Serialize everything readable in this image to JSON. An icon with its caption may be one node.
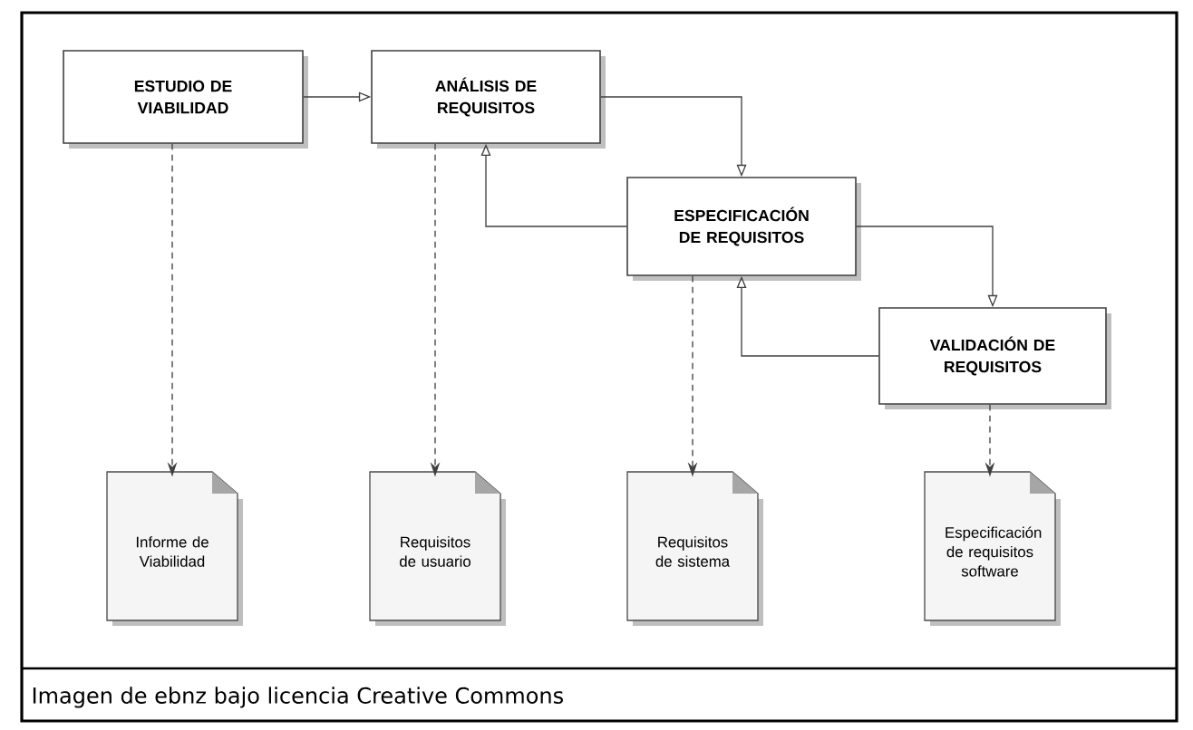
{
  "diagram": {
    "caption": "Imagen de ebnz bajo licencia Creative Commons",
    "nodes": [
      {
        "text": [
          "ESTUDIO DE VIABILIDAD"
        ]
      },
      {
        "text": [
          "ANÁLISIS DE REQUISITOS"
        ]
      },
      {
        "text": [
          "ESPECIFICACIÓN DE REQUISITOS"
        ]
      },
      {
        "text": [
          "VALIDACIÓN DE REQUISITOS"
        ]
      },
      {
        "text": [
          "Informe de Viabilidad"
        ]
      },
      {
        "text": [
          "Requisitos de usuario"
        ]
      },
      {
        "text": [
          "Requisitos de sistema"
        ]
      },
      {
        "text": [
          "Especificación de requisitos software"
        ]
      }
    ],
    "edges": [
      {
        "from": 0,
        "to": 1,
        "arrow": "to"
      },
      {
        "from": 1,
        "to": 2,
        "arrow": "to"
      },
      {
        "from": 2,
        "to": 1,
        "arrow": "to"
      },
      {
        "from": 2,
        "to": 3,
        "arrow": "to"
      },
      {
        "from": 3,
        "to": 2,
        "arrow": "to"
      },
      {
        "from": 0,
        "to": 4,
        "arrow": "to",
        "style": "dashed"
      },
      {
        "from": 1,
        "to": 5,
        "arrow": "to",
        "style": "dashed"
      },
      {
        "from": 2,
        "to": 6,
        "arrow": "to",
        "style": "dashed"
      },
      {
        "from": 3,
        "to": 7,
        "arrow": "to",
        "style": "dashed"
      }
    ]
  }
}
